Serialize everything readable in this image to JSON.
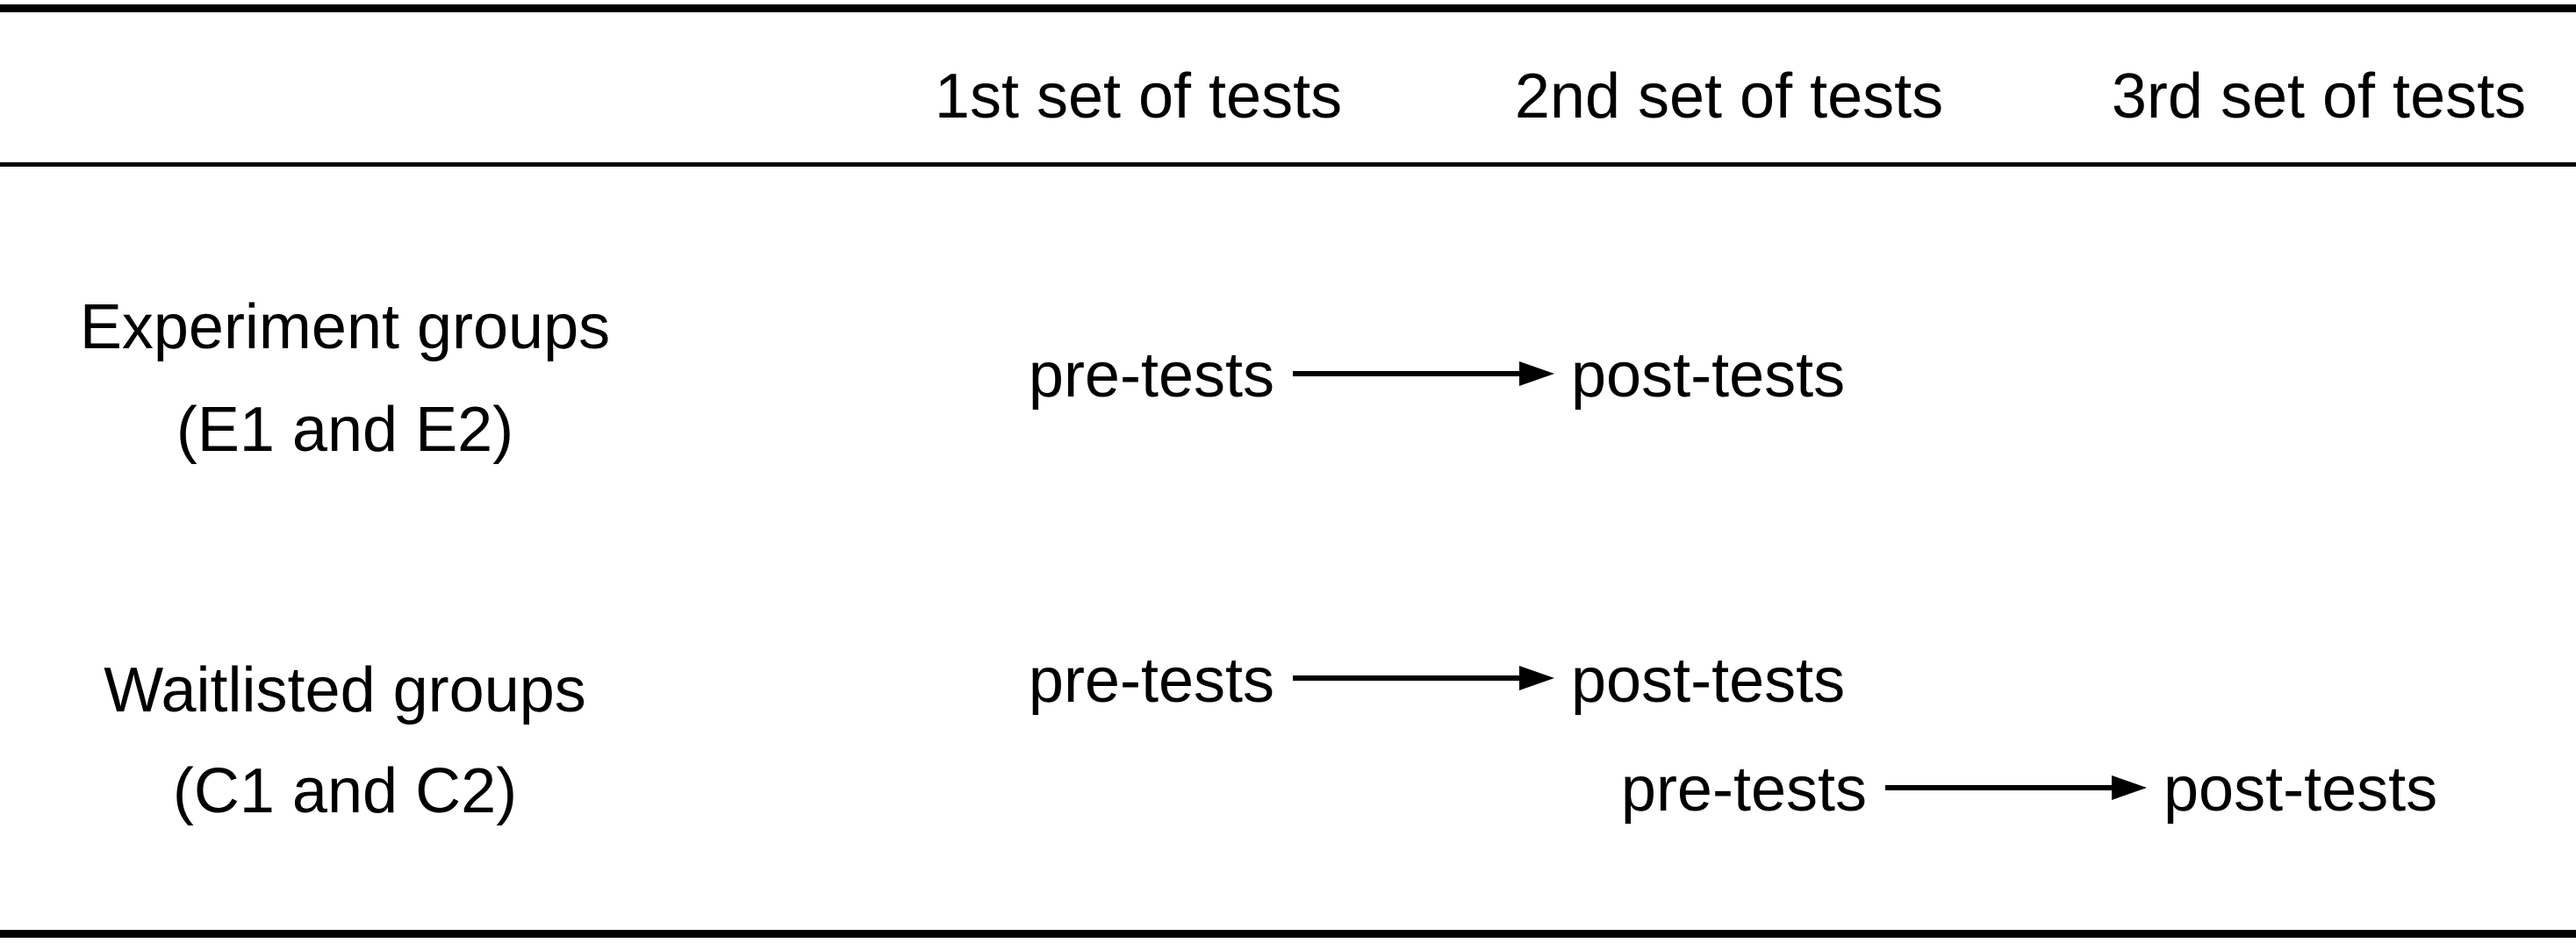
{
  "header": {
    "col1": "1st set of tests",
    "col2": "2nd set of tests",
    "col3": "3rd set of tests"
  },
  "rows": [
    {
      "label_line1": "Experiment groups",
      "label_line2": "(E1 and E2)",
      "flows": [
        {
          "from": "pre-tests",
          "to": "post-tests"
        }
      ]
    },
    {
      "label_line1": "Waitlisted groups",
      "label_line2": "(C1 and C2)",
      "flows": [
        {
          "from": "pre-tests",
          "to": "post-tests"
        },
        {
          "from": "pre-tests",
          "to": "post-tests"
        }
      ]
    }
  ]
}
